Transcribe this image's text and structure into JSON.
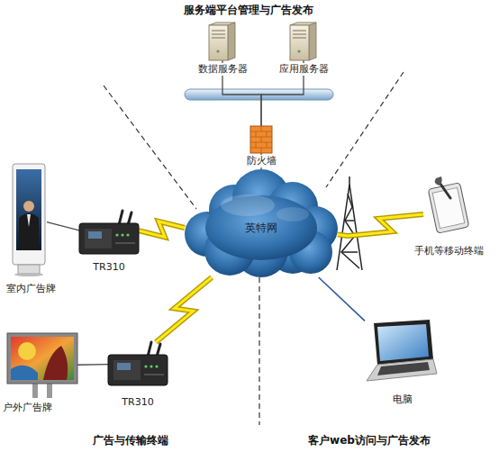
{
  "diagram": {
    "nodes": [
      {
        "text": [
          "数据服务器"
        ]
      },
      {
        "text": [
          "应用服务器"
        ]
      },
      {
        "text": [
          "防火墙"
        ]
      },
      {
        "text": [
          "英特网"
        ]
      },
      {
        "text": [
          "室内广告牌"
        ]
      },
      {
        "text": [
          "TR310"
        ]
      },
      {
        "text": [
          "户外广告牌"
        ]
      },
      {
        "text": [
          "TR310"
        ]
      },
      {
        "text": [
          "手机等移动终端"
        ]
      },
      {
        "text": [
          "电脑"
        ]
      }
    ],
    "edges": [
      {
        "from": 0,
        "to": 2,
        "arrow": "none"
      },
      {
        "from": 1,
        "to": 2,
        "arrow": "none"
      },
      {
        "from": 2,
        "to": 3,
        "arrow": "none"
      },
      {
        "from": 4,
        "to": 5,
        "arrow": "none"
      },
      {
        "from": 5,
        "to": 3,
        "arrow": "none"
      },
      {
        "from": 6,
        "to": 7,
        "arrow": "none"
      },
      {
        "from": 7,
        "to": 3,
        "arrow": "none"
      },
      {
        "from": 3,
        "to": 8,
        "arrow": "none"
      },
      {
        "from": 3,
        "to": 9,
        "arrow": "none"
      }
    ],
    "labels": [
      "服务端平台管理与广告发布",
      "广告与传输终端",
      "客户web访问与广告发布"
    ]
  }
}
